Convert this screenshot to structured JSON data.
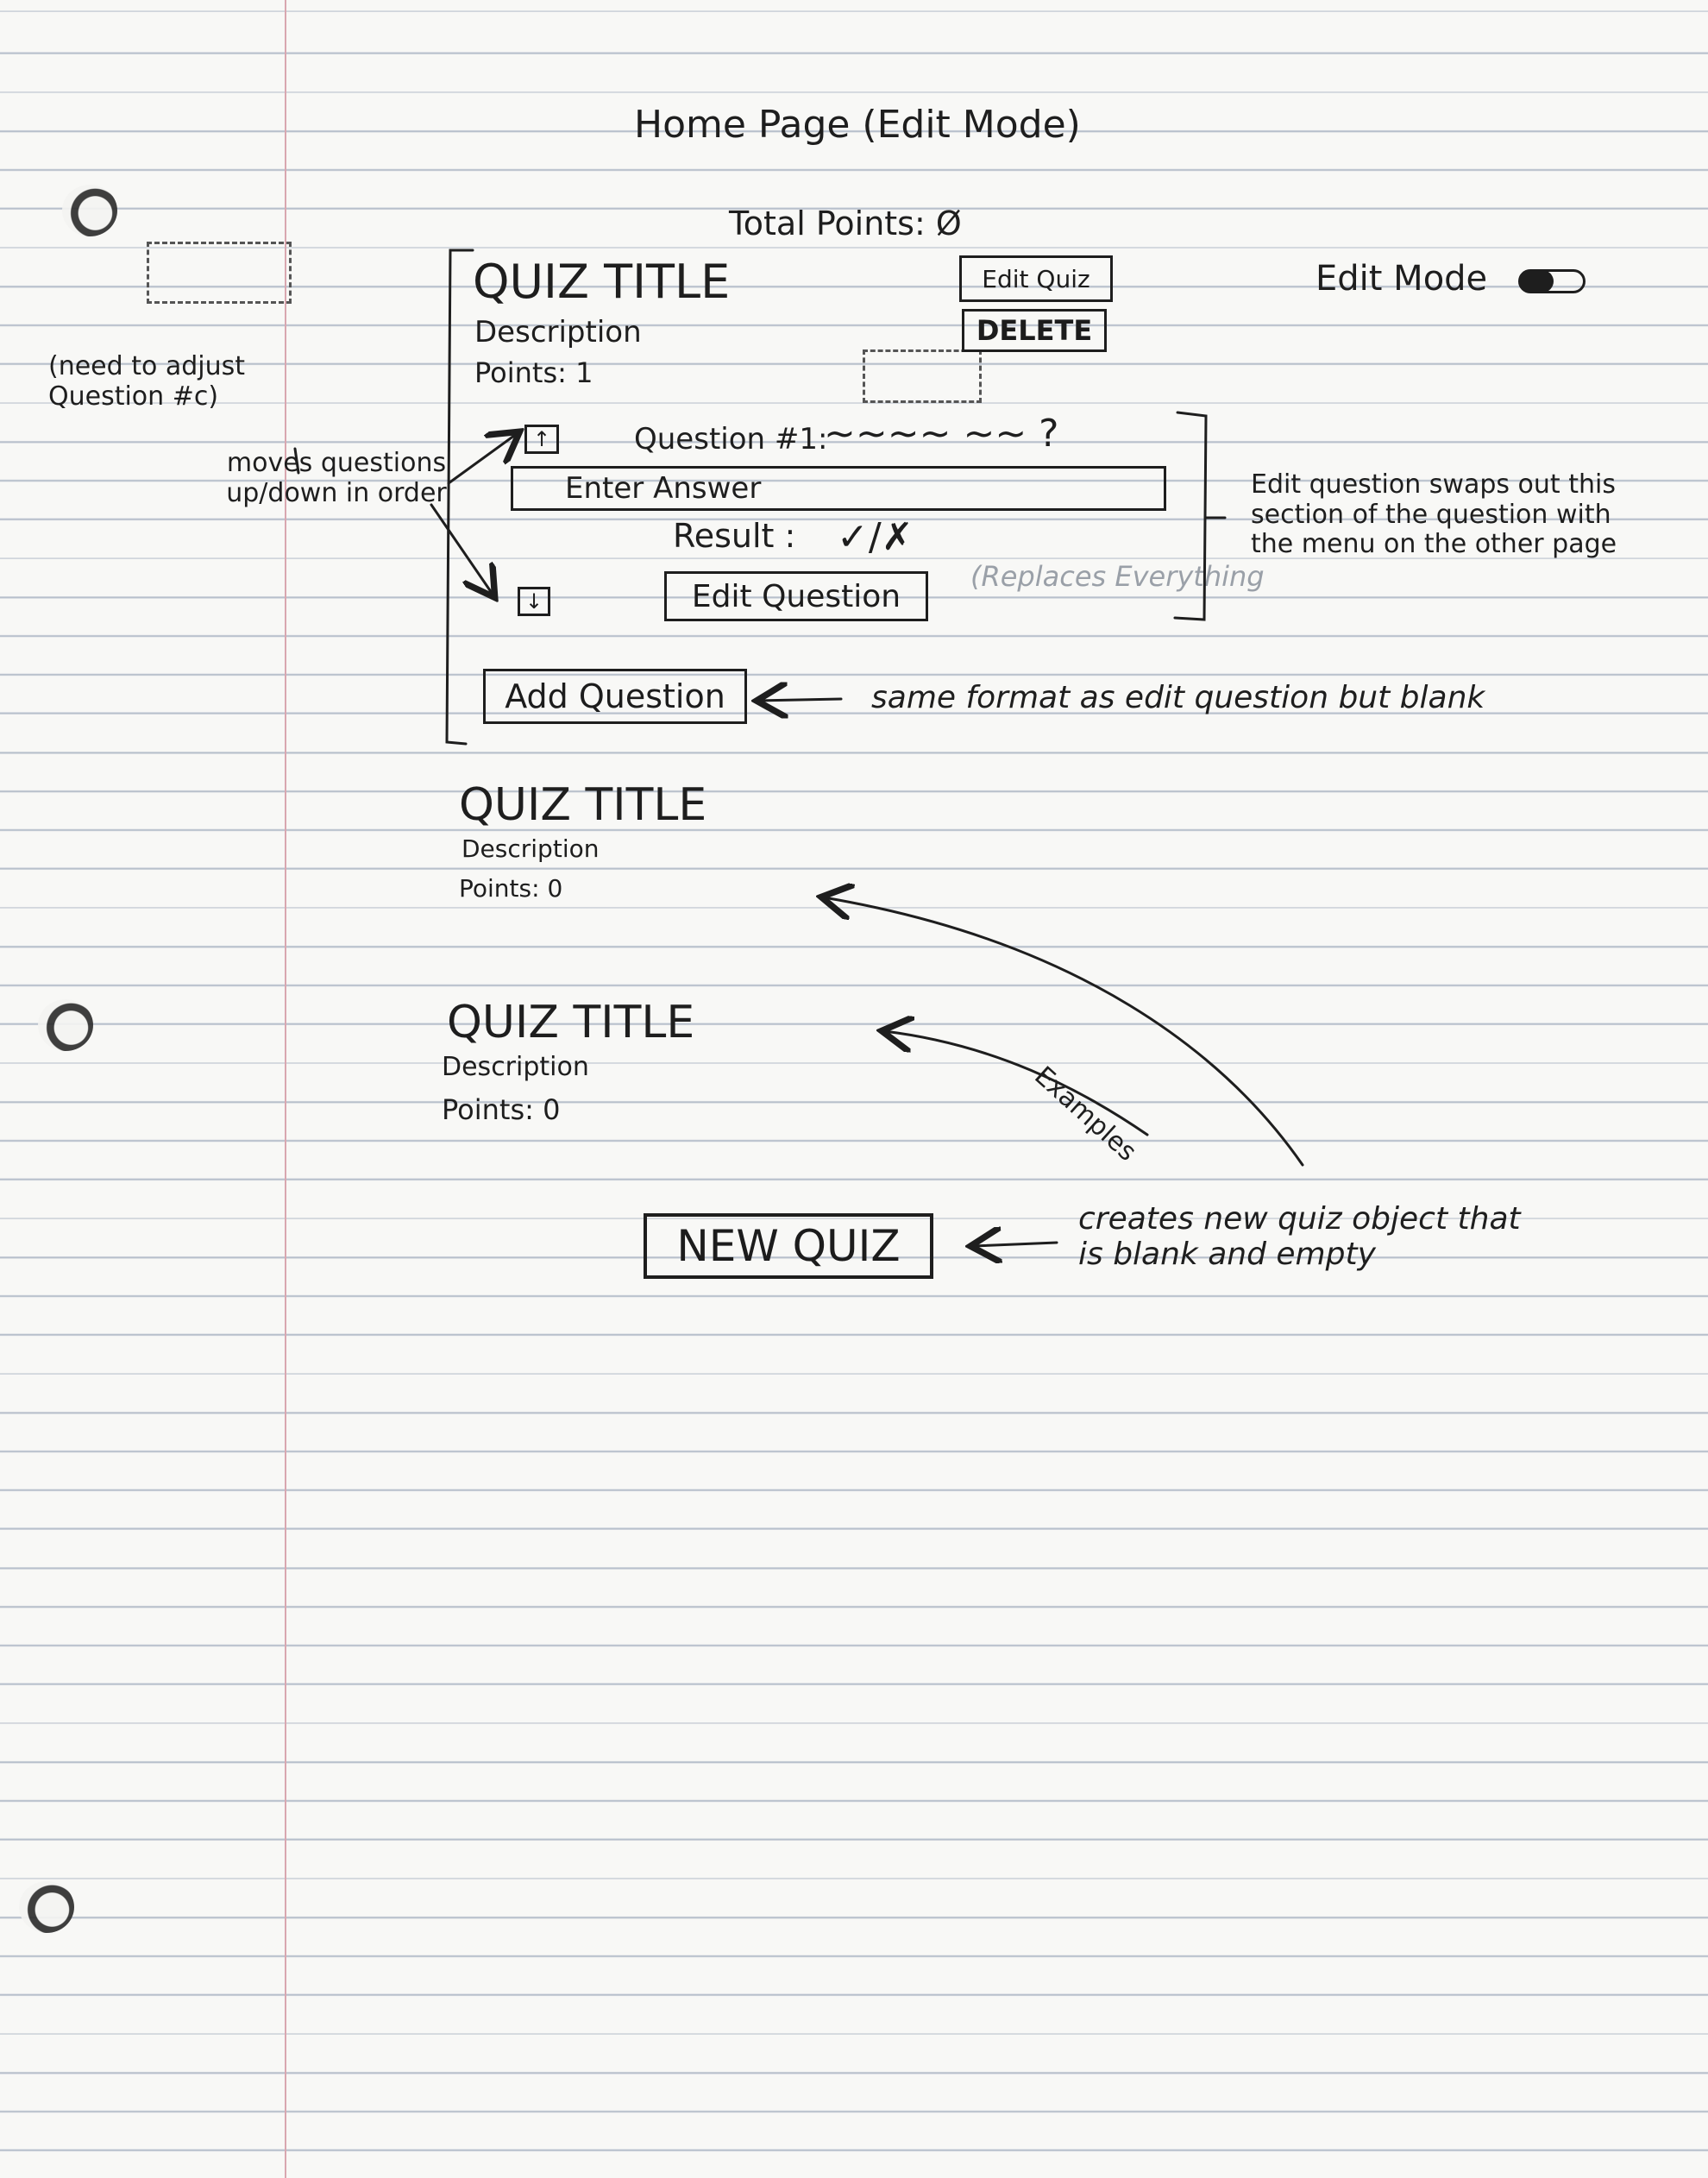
{
  "page_title": "Home Page (Edit Mode)",
  "total_points": "Total Points: Ø",
  "edit_mode_label": "Edit Mode",
  "quiz_main": {
    "title": "QUIZ TITLE",
    "description": "Description",
    "points": "Points: 1",
    "edit_quiz_button": "Edit Quiz",
    "delete_button": "DELETE",
    "question_label": "Question #1:",
    "question_scribble": "~~~~ ~~ ?",
    "answer_placeholder": "Enter Answer",
    "result_label": "Result :",
    "result_marks": "✓/✗",
    "edit_question_button": "Edit Question",
    "add_question_button": "Add Question"
  },
  "quiz_examples": [
    {
      "title": "QUIZ TITLE",
      "description": "Description",
      "points": "Points: 0"
    },
    {
      "title": "QUIZ TITLE",
      "description": "Description",
      "points": "Points: 0"
    }
  ],
  "new_quiz_button": "NEW QUIZ",
  "annotations": {
    "adjust_note": "(need to adjust Question #c)",
    "moves_note": "moves questions up/down in order",
    "edit_question_note": "Edit question swaps out this section of the question with the menu on the other page",
    "add_question_note": "same format as edit question but blank",
    "examples_note": "Examples",
    "new_quiz_note": "creates new quiz object that is blank and empty",
    "faint_replace_note": "(Replaces Everything"
  },
  "icons": {
    "up_arrow": "up-arrow-icon",
    "down_arrow": "down-arrow-icon",
    "toggle": "toggle-switch-icon"
  }
}
